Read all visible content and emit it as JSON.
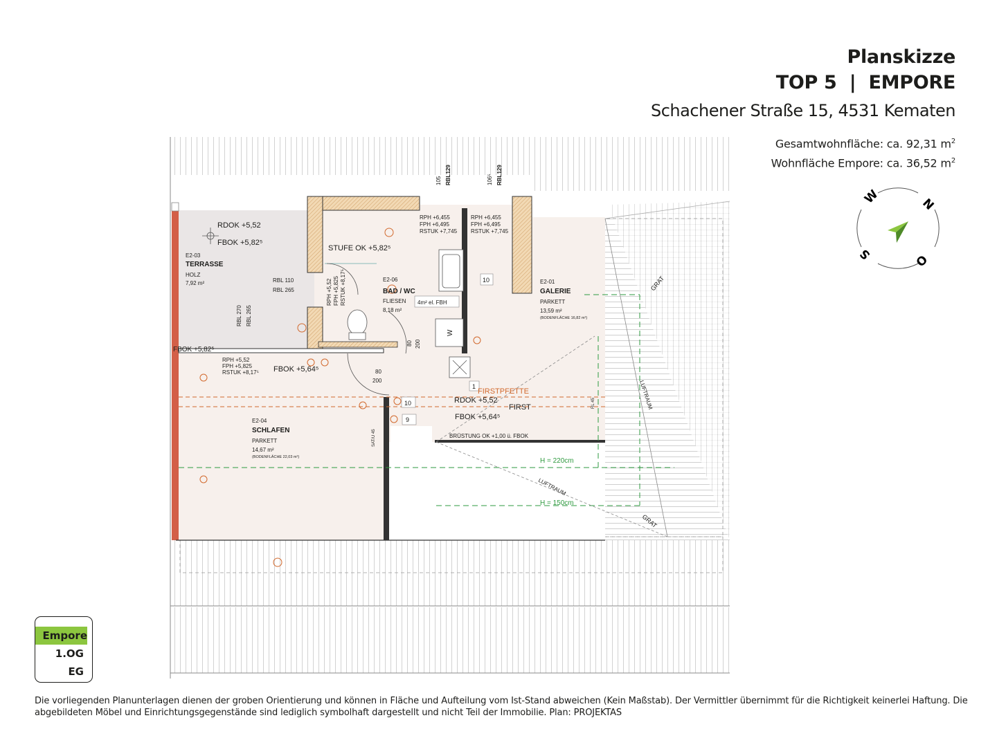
{
  "header": {
    "title": "Planskizze",
    "subtitle": "TOP 5  |  EMPORE",
    "address": "Schachener Straße 15, 4531 Kematen",
    "total_area_label": "Gesamtwohnfläche: ca. 92,31 m",
    "empore_area_label": "Wohnfläche Empore: ca. 36,52 m",
    "area_unit_sup": "2"
  },
  "compass": {
    "labels": [
      "W",
      "N",
      "S",
      "O"
    ],
    "arrow_color": "#8cc63f"
  },
  "floor_nav": {
    "items": [
      {
        "label": "Empore",
        "active": true
      },
      {
        "label": "1.OG",
        "active": false
      },
      {
        "label": "EG",
        "active": false
      }
    ],
    "active_color": "#8cc63f"
  },
  "plan": {
    "rooms": {
      "terrasse": {
        "code": "E2-03",
        "name": "TERRASSE",
        "floor": "HOLZ",
        "area": "7,92 m²"
      },
      "bad": {
        "code": "E2-06",
        "name": "BAD / WC",
        "floor": "FLIESEN",
        "area": "8,18 m²",
        "heating": "4m² el. FBH"
      },
      "galerie": {
        "code": "E2-01",
        "name": "GALERIE",
        "floor": "PARKETT",
        "area": "13,59 m²",
        "note": "(BODENFLÄCHE 16,82 m²)"
      },
      "schlafen": {
        "code": "E2-04",
        "name": "SCHLAFEN",
        "floor": "PARKETT",
        "area": "14,67 m²",
        "note": "(BODENFLÄCHE 22,03 m²)"
      }
    },
    "labels": {
      "rdok_1": "RDOK +5,52",
      "fbok_1": "FBOK +5,82⁵",
      "stufe": "STUFE OK +5,82⁵",
      "rbl_110": "RBL 110",
      "rbl_265_a": "RBL 265",
      "rbl_270": "RBL 270",
      "rbl_265_b": "RBL 265",
      "rph_stack_1": [
        "RPH +6,455",
        "FPH +6,495",
        "RSTUK +7,745"
      ],
      "rph_stack_2": [
        "RPH +6,455",
        "FPH +6,495",
        "RSTUK +7,745"
      ],
      "rph_vertical": [
        "RPH +5,52",
        "FPH +5,825",
        "RSTUK +8,17⁵"
      ],
      "rph_stack_3": [
        "RPH +5,52",
        "FPH +5,825",
        "RSTUK +8,17⁵"
      ],
      "top_dim_1": [
        "105",
        "RBL129"
      ],
      "top_dim_2": [
        "106⁵",
        "RBL129"
      ],
      "fbok_left": "FBOK +5,82⁵",
      "fbok_2": "FBOK +5,64⁵",
      "door_1": [
        "80",
        "200"
      ],
      "door_2": [
        "80",
        "200"
      ],
      "w": "W",
      "num_10a": "10",
      "num_10b": "10",
      "num_9": "9",
      "num_1": "1",
      "firstpfette": "FIRSTPFETTE",
      "rdok_2": "RDOK +5,52",
      "first": "FIRST",
      "fbok_3": "FBOK +5,64⁵",
      "bruestung": "BRÜSTUNG OK +1,00 ü. FBOK",
      "grat_top": "GRAT",
      "grat_bottom": "GRAT",
      "luftraum_1": "LUFTRAUM",
      "luftraum_2": "LUFTRAUM",
      "h220": "H = 220cm",
      "h150": "H = 150cm",
      "satu": "SAT/U 45",
      "rl": "RL 45"
    }
  },
  "disclaimer": "Die vorliegenden Planunterlagen dienen der groben Orientierung und können in Fläche und Aufteilung vom Ist-Stand abweichen (Kein Maßstab). Der Vermittler übernimmt für die Richtigkeit keinerlei Haftung. Die abgebildeten Möbel und Einrichtungsgegenstände sind lediglich symbolhaft dargestellt und nicht Teil der Immobilie. Plan: PROJEKTAS"
}
